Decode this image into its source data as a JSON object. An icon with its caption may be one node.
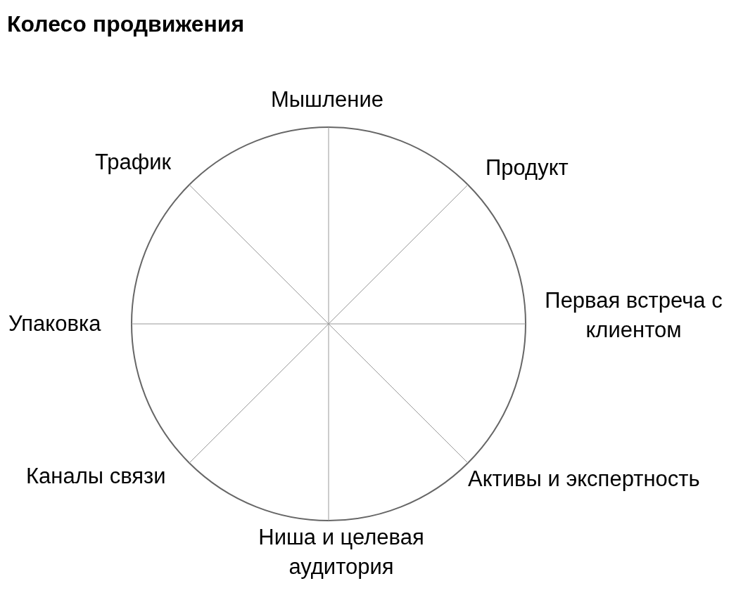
{
  "diagram": {
    "title": "Колесо продвижения",
    "labels": [
      "Мышление",
      "Трафик",
      "Продукт",
      "Упаковка",
      "Первая встреча с клиентом",
      "Каналы связи",
      "Активы и экспертность",
      "Ниша и целевая аудитория"
    ]
  }
}
